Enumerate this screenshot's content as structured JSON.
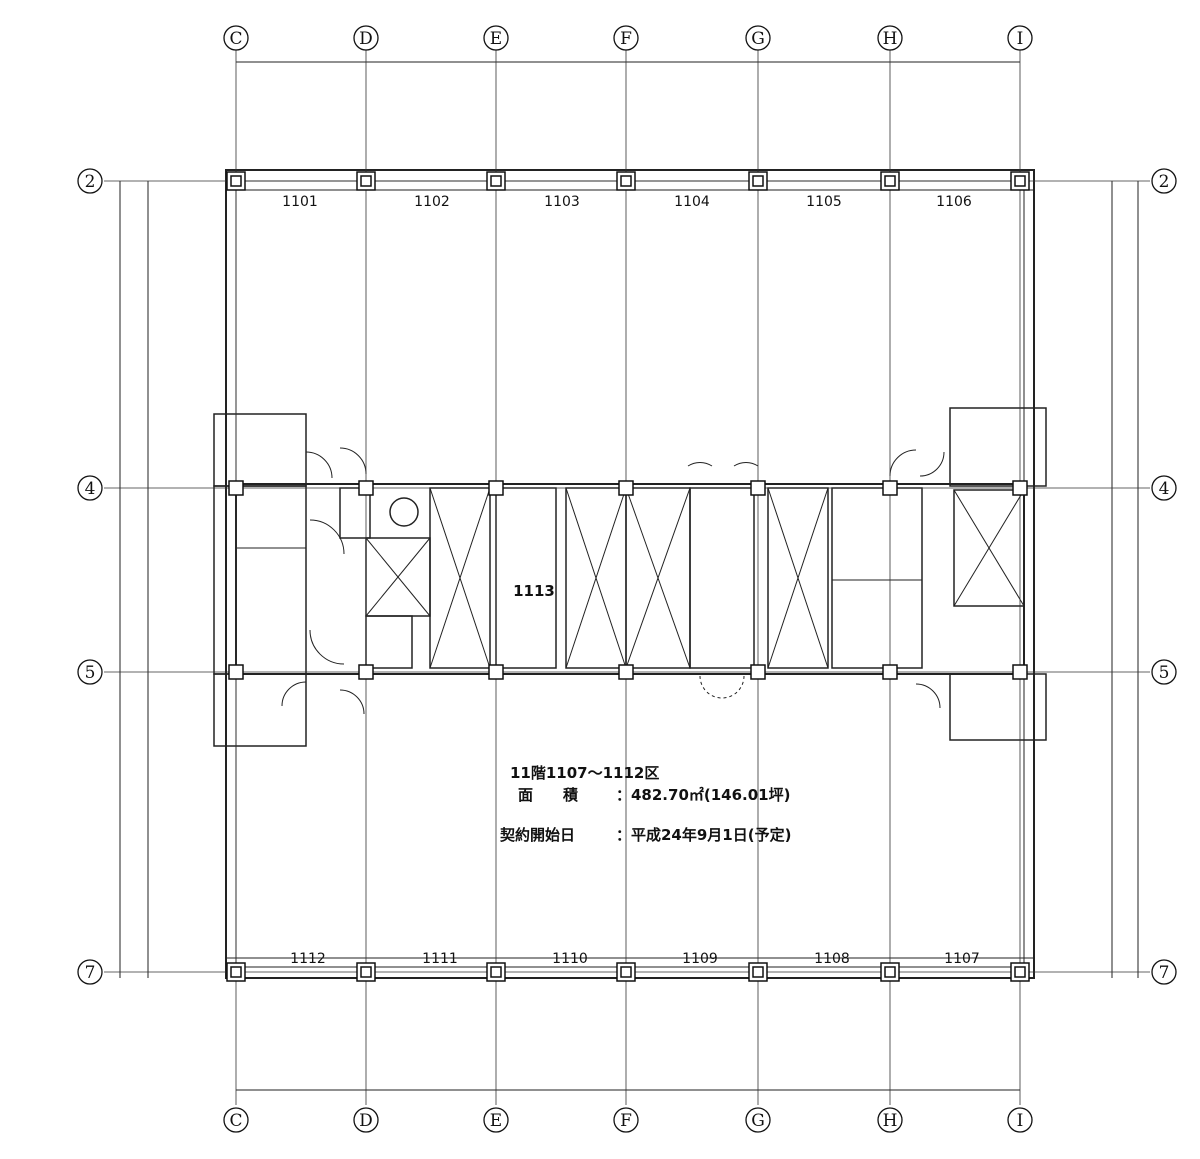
{
  "grid_columns": [
    "C",
    "D",
    "E",
    "F",
    "G",
    "H",
    "I"
  ],
  "grid_rows": [
    "2",
    "4",
    "5",
    "7"
  ],
  "units_top": [
    "1101",
    "1102",
    "1103",
    "1104",
    "1105",
    "1106"
  ],
  "units_bottom": [
    "1112",
    "1111",
    "1110",
    "1109",
    "1108",
    "1107"
  ],
  "core_unit": "1113",
  "info": {
    "line1": "11階1107～1112区",
    "area_label": "面　　積",
    "area_value": "：482.70㎡(146.01坪)",
    "start_label": "契約開始日",
    "start_value": "：平成24年9月1日(予定)"
  }
}
